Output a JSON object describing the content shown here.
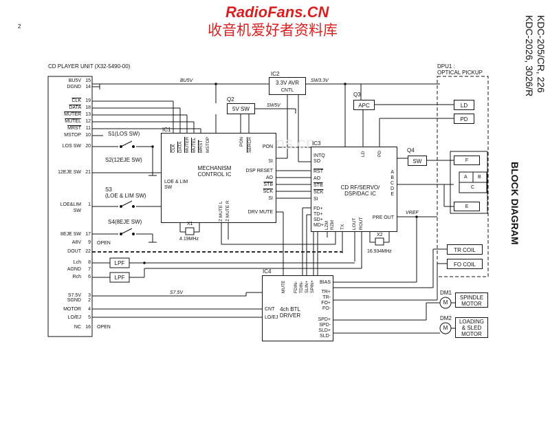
{
  "page_number": "2",
  "watermark": {
    "site": "RadioFans.CN",
    "cn": "收音机爱好者资料库",
    "mid": "www.radiofans.cn"
  },
  "model": {
    "line1": "KDC-205/CR, 226",
    "line2": "KDC-2026, 3026/R"
  },
  "block_title": "BLOCK DIAGRAM",
  "cd_unit": "CD PLAYER UNIT (X32-5490-00)",
  "dpu": {
    "line1": "DPU1 :",
    "line2": "OPTICAL PICKUP"
  },
  "connector_pins": [
    {
      "name": "BU5V",
      "num": "15"
    },
    {
      "name": "DGND",
      "num": "14"
    },
    {
      "name": "CLK",
      "num": "19",
      "overline": true
    },
    {
      "name": "DATA",
      "num": "18",
      "overline": true
    },
    {
      "name": "MUTER",
      "num": "13",
      "overline": true
    },
    {
      "name": "MUTEL",
      "num": "12",
      "overline": true
    },
    {
      "name": "MRST",
      "num": "11",
      "overline": true
    },
    {
      "name": "MSTOP",
      "num": "10"
    },
    {
      "name": "LOS SW",
      "num": "20"
    },
    {
      "name": "12EJE SW",
      "num": "21"
    },
    {
      "name": "LOE&LIM",
      "num": "1"
    },
    {
      "name": "SW",
      "num": ""
    },
    {
      "name": "8EJE SW",
      "num": "17"
    },
    {
      "name": "A8V",
      "num": "9"
    },
    {
      "name": "DOUT",
      "num": "22"
    },
    {
      "name": "Lch",
      "num": "8"
    },
    {
      "name": "AGND",
      "num": "7"
    },
    {
      "name": "Rch",
      "num": "6"
    },
    {
      "name": "S7.5V",
      "num": "3"
    },
    {
      "name": "SGND",
      "num": "2"
    },
    {
      "name": "MOTOR",
      "num": "4"
    },
    {
      "name": "LO/EJ",
      "num": "5"
    },
    {
      "name": "NC",
      "num": "16"
    }
  ],
  "open1": "OPEN",
  "open2": "OPEN",
  "switches": {
    "s1": "S1(LOS SW)",
    "s2": "S2(12EJE SW)",
    "s3a": "S3",
    "s3b": "(LOE & LIM SW)",
    "s4": "S4(8EJE SW)"
  },
  "nets": {
    "bu5v": "BU5V",
    "sw33": "SW3.3V",
    "sw5": "SW5V",
    "s75": "S7.5V",
    "vref": "VREF"
  },
  "ic1": {
    "ref": "IC1",
    "name1": "MECHANISM",
    "name2": "CONTROL IC",
    "top_pins": [
      "CLK",
      "DATA",
      "MUTER",
      "MUTEL",
      "MRST",
      "MSTOP"
    ],
    "top_right_pins": [
      "PON",
      "SERCH"
    ],
    "right_pins": [
      "PON",
      "SI",
      "DSP RESET",
      "AO",
      "STB",
      "SCK",
      "SI",
      "DRV MUTE"
    ],
    "left_pins": [
      "LOE & LIM",
      "SW"
    ],
    "bottom_pins": [
      "Z MUTE L",
      "Z MUTE R"
    ]
  },
  "ic2": {
    "ref": "IC2",
    "name": "3.3V AVR",
    "pin": "CNTL"
  },
  "ic3": {
    "ref": "IC3",
    "name1": "CD RF/SERVO/",
    "name2": "DSP/DAC IC",
    "left_pins": [
      "INTQ",
      "SO",
      "RST",
      "AO",
      "STB",
      "SCK",
      "SI",
      "FD+",
      "TD+",
      "SD+",
      "MD+"
    ],
    "top_pins": [
      "LD",
      "PD"
    ],
    "right_pins": [
      "A",
      "B",
      "C",
      "D",
      "E"
    ],
    "bottom_pins": [
      "LZM",
      "RZM",
      "TX",
      "LOUT",
      "ROUT"
    ],
    "pre_out": "PRE OUT"
  },
  "ic4": {
    "ref": "IC4",
    "name1": "4ch BTL",
    "name2": "DRIVER",
    "top_pins": [
      "MUTE",
      "FDIN-",
      "TDIN-",
      "SLIN+",
      "SPIN+"
    ],
    "left_pins": [
      "CNT",
      "LO/EJ"
    ],
    "right_pins": [
      "BIAS",
      "TR+",
      "TR-",
      "FO+",
      "FO-",
      "SPD+",
      "SPD-",
      "SLD+",
      "SLD-"
    ]
  },
  "q2": {
    "ref": "Q2",
    "name": "5V SW"
  },
  "q3": {
    "ref": "Q3",
    "name": "APC"
  },
  "q4": {
    "ref": "Q4",
    "name": "SW"
  },
  "x1": {
    "ref": "X1",
    "freq": "4.19MHz"
  },
  "x2": {
    "ref": "X2",
    "freq": "16.934MHz"
  },
  "lpf": "LPF",
  "pickup": {
    "ld": "LD",
    "pd": "PD",
    "f": "F",
    "a": "A",
    "b": "B",
    "c": "C",
    "e": "E",
    "tr": "TR COIL",
    "fo": "FO COIL"
  },
  "dm1": {
    "ref": "DM1",
    "l1": "SPINDLE",
    "l2": "MOTOR",
    "m": "M"
  },
  "dm2": {
    "ref": "DM2",
    "l1": "LOADING",
    "l2": "& SLED",
    "l3": "MOTOR",
    "m": "M"
  }
}
